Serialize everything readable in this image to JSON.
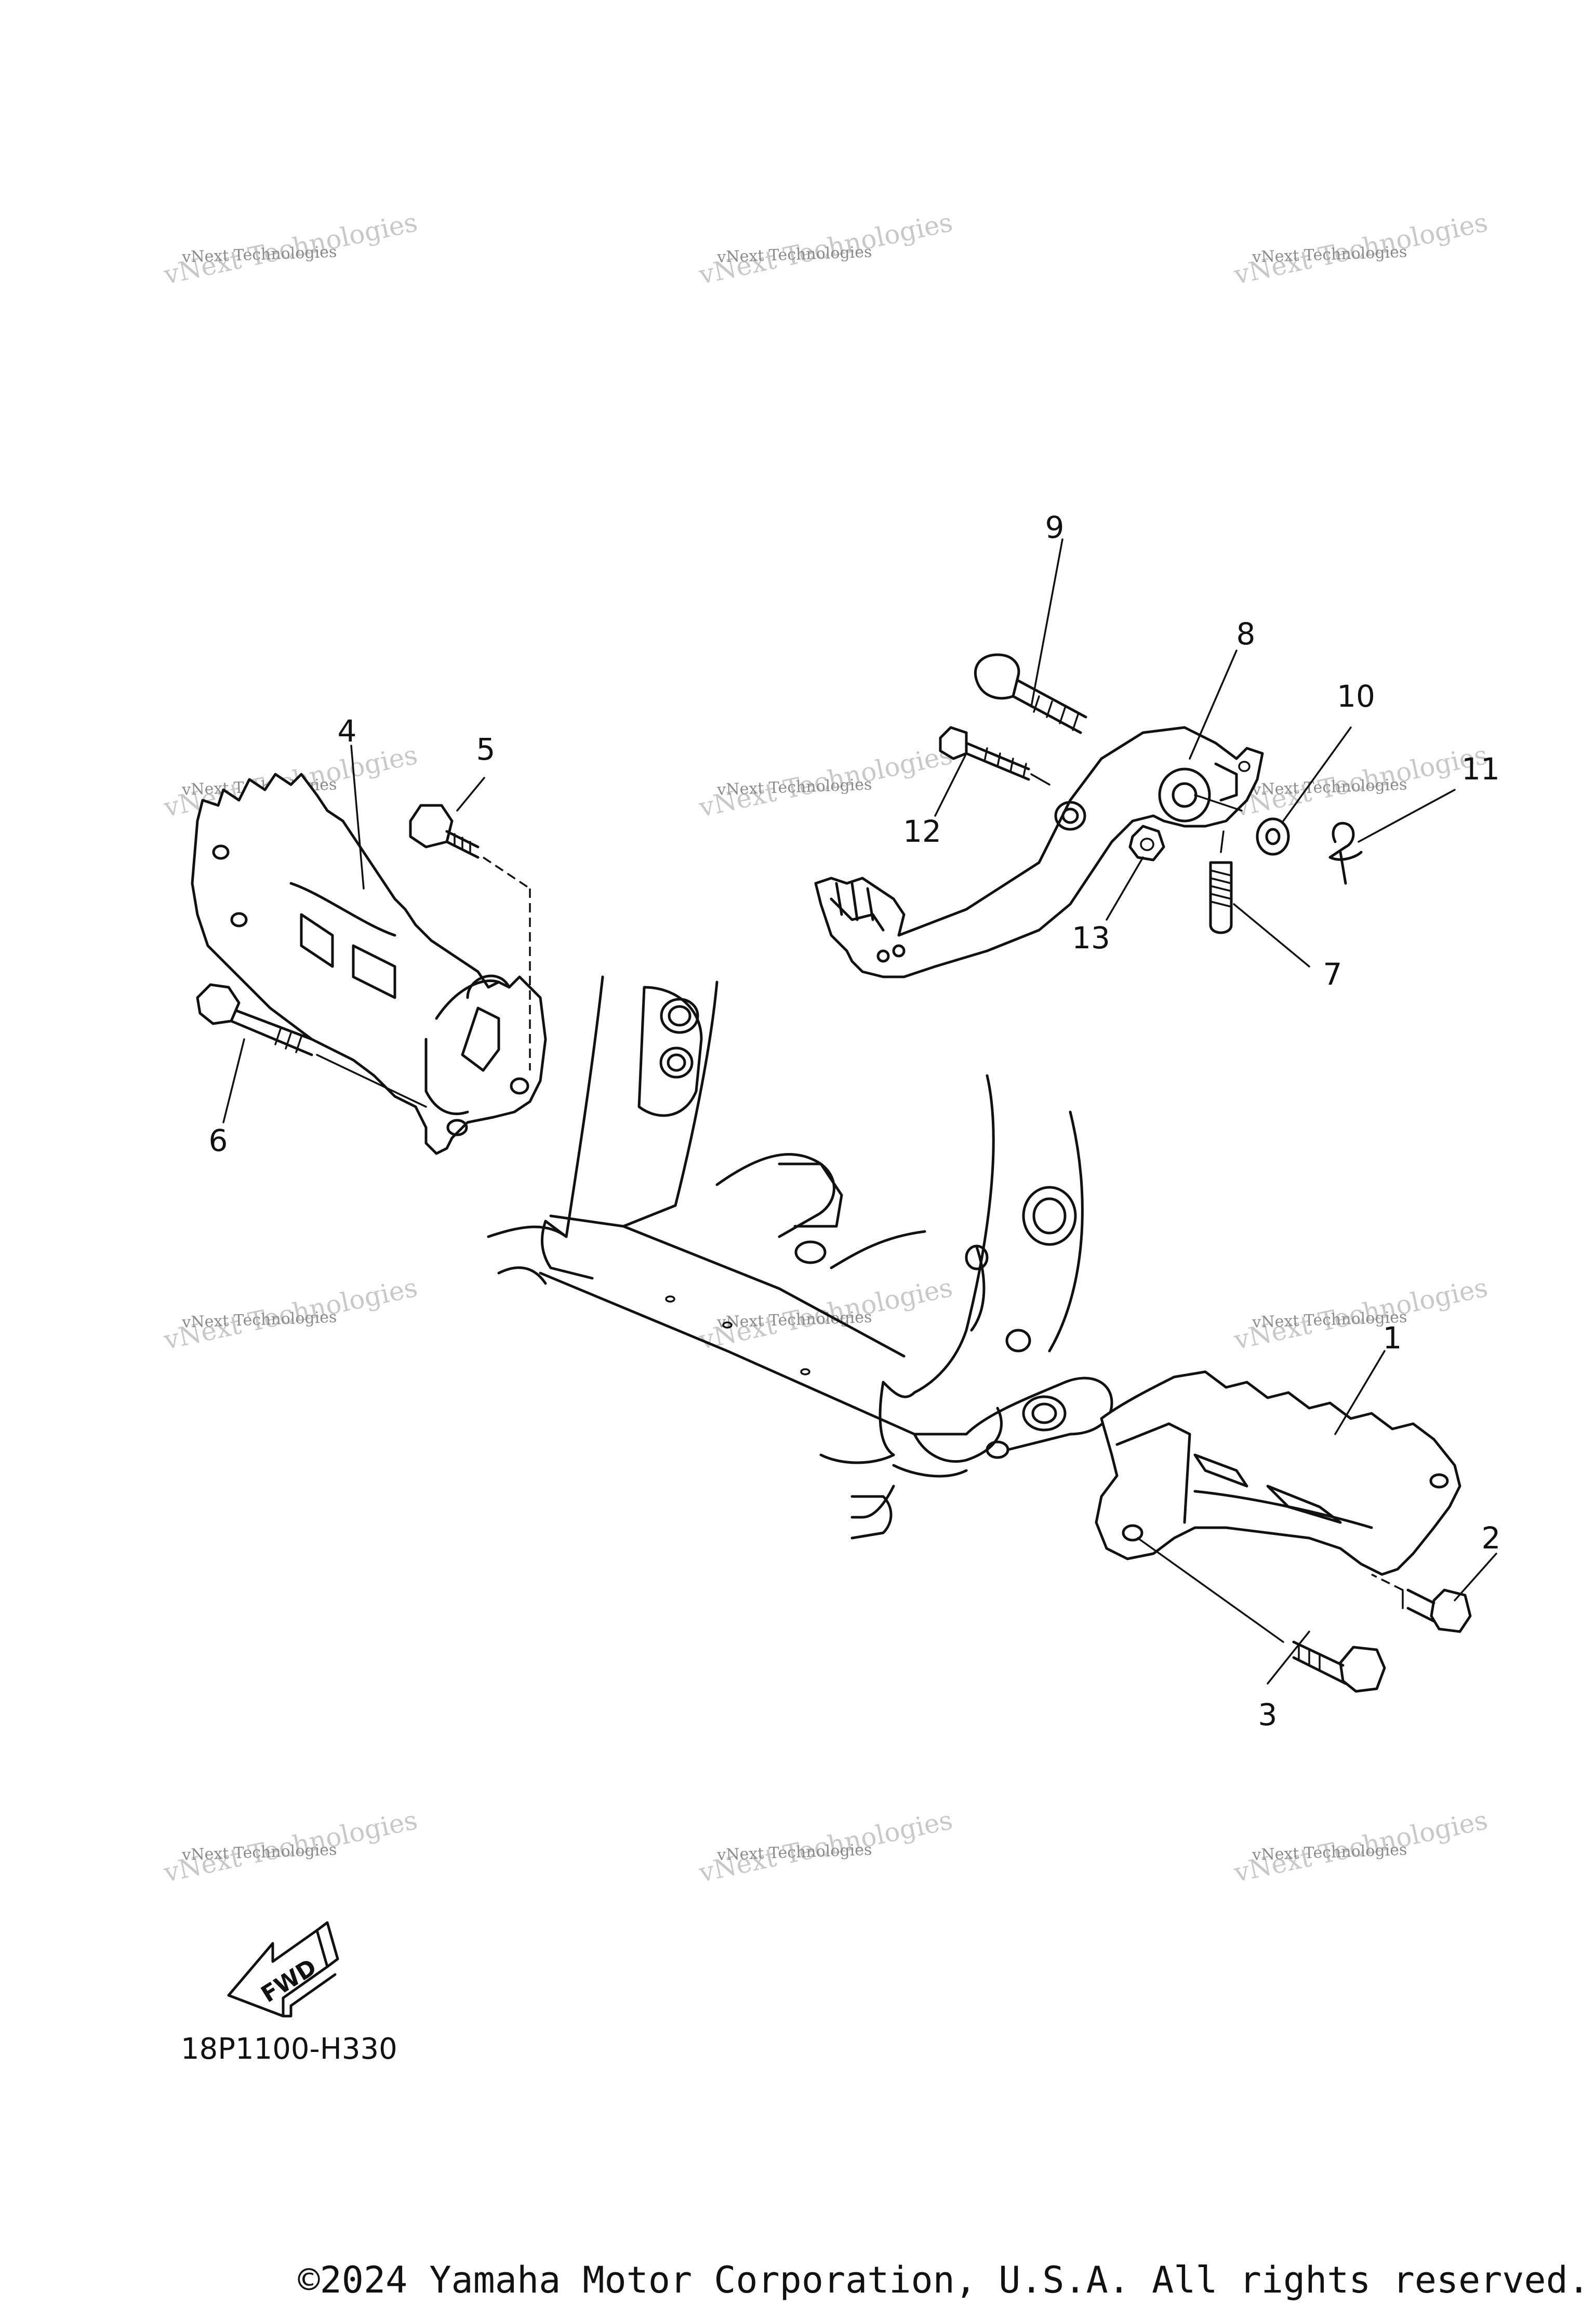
{
  "diagram": {
    "parts": [
      {
        "id": "1",
        "label": "1"
      },
      {
        "id": "2",
        "label": "2"
      },
      {
        "id": "3",
        "label": "3"
      },
      {
        "id": "4",
        "label": "4"
      },
      {
        "id": "5",
        "label": "5"
      },
      {
        "id": "6",
        "label": "6"
      },
      {
        "id": "7",
        "label": "7"
      },
      {
        "id": "8",
        "label": "8"
      },
      {
        "id": "9",
        "label": "9"
      },
      {
        "id": "10",
        "label": "10"
      },
      {
        "id": "11",
        "label": "11"
      },
      {
        "id": "12",
        "label": "12"
      },
      {
        "id": "13",
        "label": "13"
      }
    ],
    "fwd_label": "FWD",
    "diagram_code": "18P1100-H330"
  },
  "watermark": {
    "line1": "vNext Technologies",
    "line2": "vNext Technologies"
  },
  "footer": {
    "copyright": "©2024 Yamaha Motor Corporation, U.S.A. All rights reserved."
  }
}
